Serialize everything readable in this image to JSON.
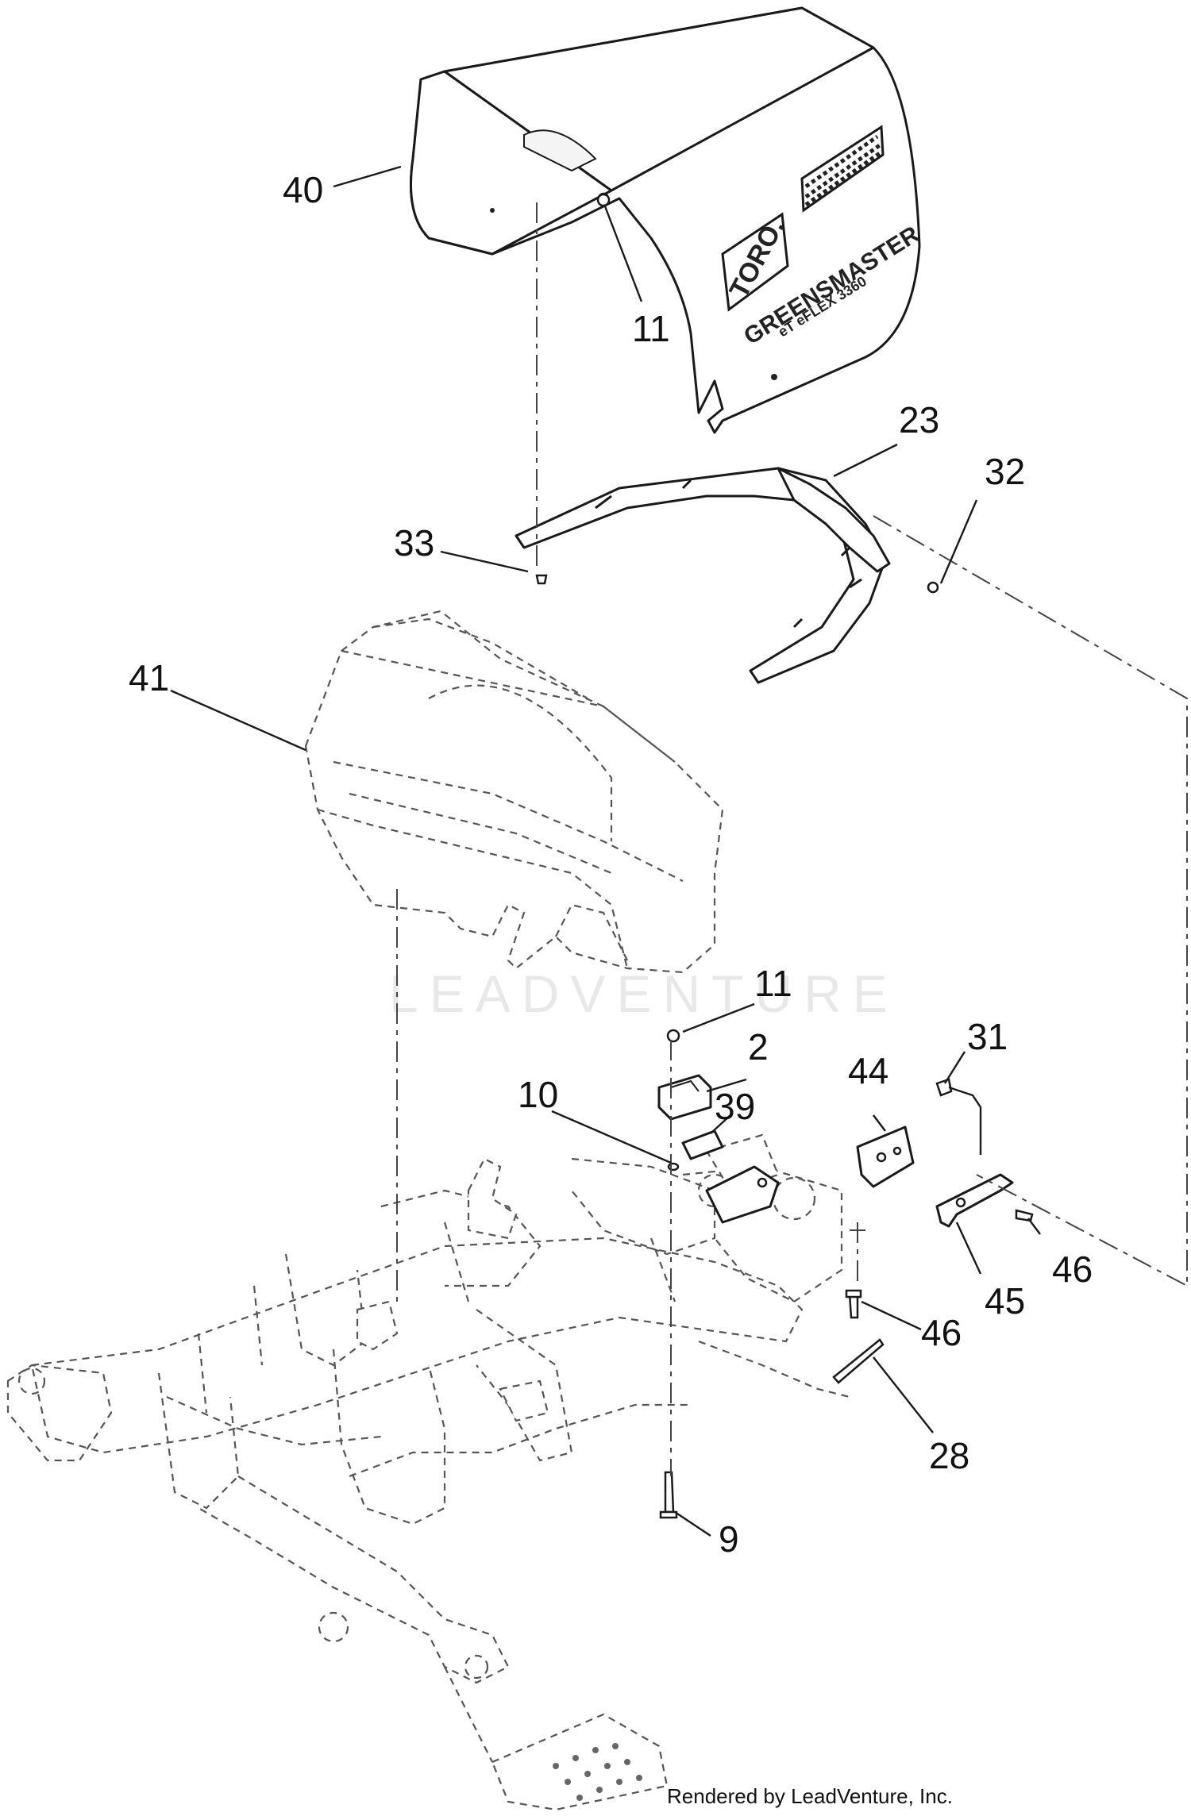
{
  "callouts": [
    {
      "id": "c40",
      "label": "40"
    },
    {
      "id": "c11a",
      "label": "11"
    },
    {
      "id": "c23",
      "label": "23"
    },
    {
      "id": "c32",
      "label": "32"
    },
    {
      "id": "c33",
      "label": "33"
    },
    {
      "id": "c41",
      "label": "41"
    },
    {
      "id": "c11b",
      "label": "11"
    },
    {
      "id": "c2",
      "label": "2"
    },
    {
      "id": "c31",
      "label": "31"
    },
    {
      "id": "c44",
      "label": "44"
    },
    {
      "id": "c10",
      "label": "10"
    },
    {
      "id": "c39",
      "label": "39"
    },
    {
      "id": "c46a",
      "label": "46"
    },
    {
      "id": "c45",
      "label": "45"
    },
    {
      "id": "c46b",
      "label": "46"
    },
    {
      "id": "c28",
      "label": "28"
    },
    {
      "id": "c9",
      "label": "9"
    }
  ],
  "cover_branding": {
    "logo": "TORO.",
    "model_name": "GREENSMASTER",
    "model_sub": "eT eFLEX 3360"
  },
  "watermark": "LEADVENTURE",
  "credit": "Rendered by LeadVenture, Inc."
}
